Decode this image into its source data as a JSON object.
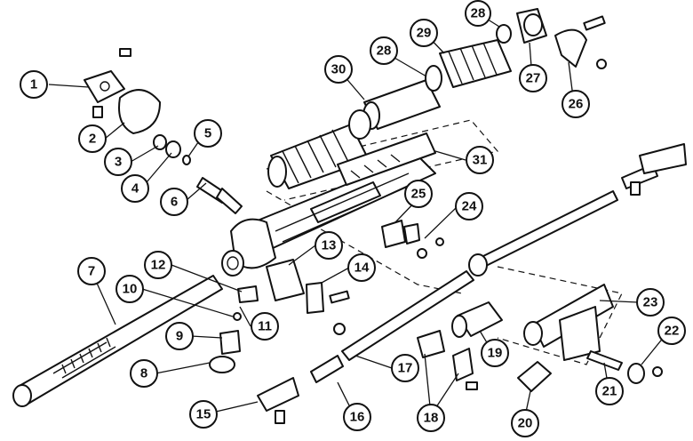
{
  "diagram": {
    "title": "",
    "callouts": [
      {
        "num": "1"
      },
      {
        "num": "2"
      },
      {
        "num": "3"
      },
      {
        "num": "4"
      },
      {
        "num": "5"
      },
      {
        "num": "6"
      },
      {
        "num": "7"
      },
      {
        "num": "8"
      },
      {
        "num": "9"
      },
      {
        "num": "10"
      },
      {
        "num": "11"
      },
      {
        "num": "12"
      },
      {
        "num": "13"
      },
      {
        "num": "14"
      },
      {
        "num": "15"
      },
      {
        "num": "16"
      },
      {
        "num": "17"
      },
      {
        "num": "18"
      },
      {
        "num": "19"
      },
      {
        "num": "20"
      },
      {
        "num": "21"
      },
      {
        "num": "22"
      },
      {
        "num": "23"
      },
      {
        "num": "24"
      },
      {
        "num": "25"
      },
      {
        "num": "26"
      },
      {
        "num": "27"
      },
      {
        "num": "28"
      },
      {
        "num": "28"
      },
      {
        "num": "29"
      },
      {
        "num": "30"
      },
      {
        "num": "31"
      }
    ]
  }
}
